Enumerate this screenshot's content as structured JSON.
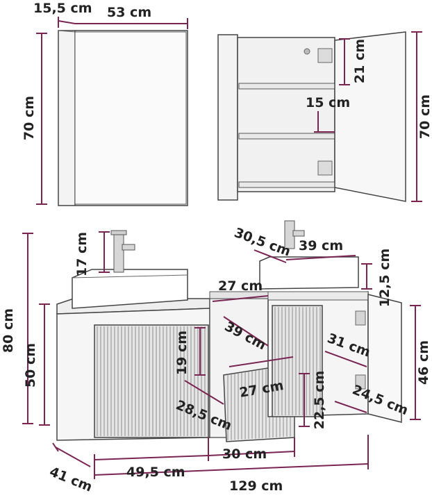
{
  "colors": {
    "dimension_line": "#7a2454",
    "outline": "#444444",
    "text": "#222222"
  },
  "dimensions": {
    "mirror_depth": "15,5 cm",
    "mirror_width": "53 cm",
    "mirror_height_left": "70 cm",
    "mirror_height_right": "70 cm",
    "mirror_top_compartment": "21 cm",
    "mirror_shelf_depth": "15 cm",
    "faucet_height": "17 cm",
    "vanity_height": "80 cm",
    "cabinet_height": "50 cm",
    "right_sink_depth": "30,5 cm",
    "right_sink_width": "39 cm",
    "right_sink_height": "12,5 cm",
    "counter_gap": "27 cm",
    "drawer_width": "39 cm",
    "drawer_height": "19 cm",
    "drawer_inner_width": "27 cm",
    "drawer_depth": "28,5 cm",
    "drawer_front_height": "22,5 cm",
    "right_cabinet_depth": "31 cm",
    "right_cabinet_height": "46 cm",
    "right_cabinet_inner_depth": "24,5 cm",
    "total_depth": "41 cm",
    "left_cabinet_width": "49,5 cm",
    "drawer_unit_width": "30 cm",
    "total_width": "129 cm"
  }
}
